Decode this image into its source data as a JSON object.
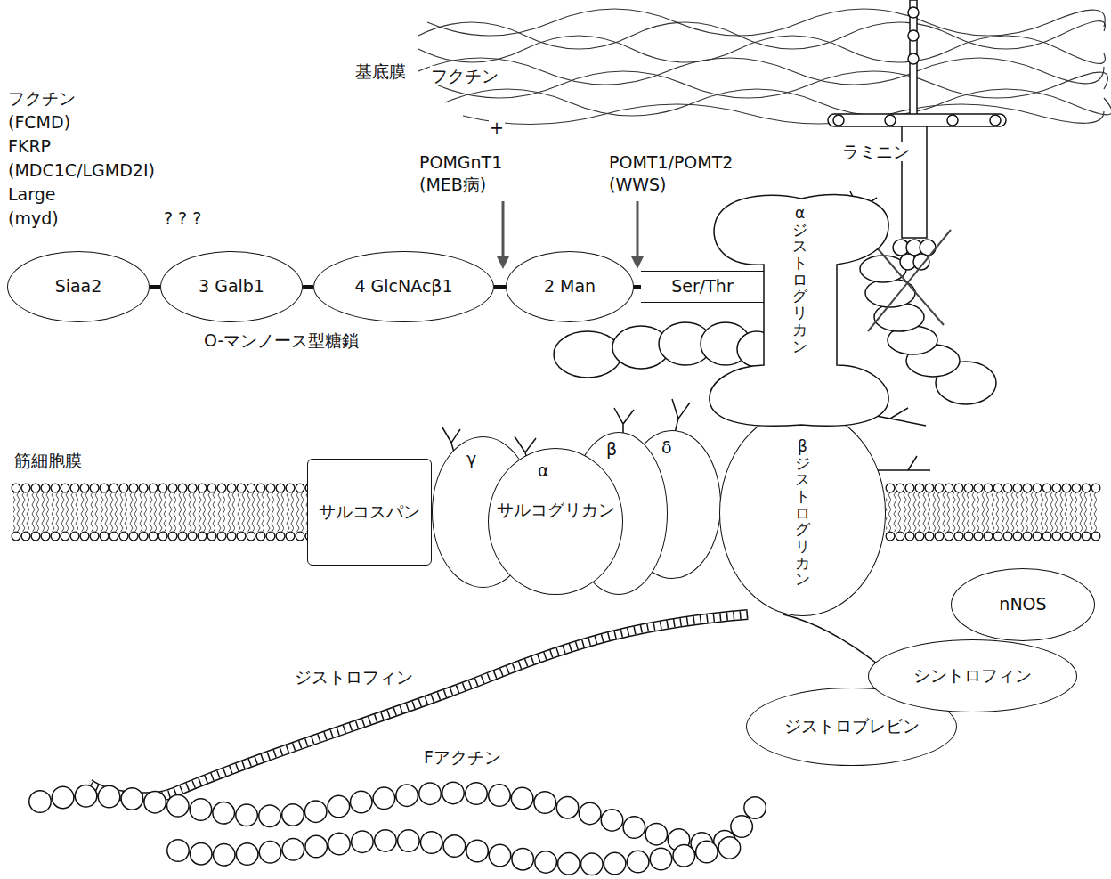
{
  "diagram": {
    "nodes": [
      {
        "text": [
          "Siaa2"
        ]
      },
      {
        "text": [
          "3 Galb1"
        ]
      },
      {
        "text": [
          "4 GlcNAcβ1"
        ]
      },
      {
        "text": [
          "2 Man"
        ]
      },
      {
        "text": [
          "Ser/Thr"
        ]
      },
      {
        "text": [
          "αジストログリカン"
        ]
      },
      {
        "text": [
          "サルコスパン"
        ]
      },
      {
        "text": [
          "γ"
        ]
      },
      {
        "text": [
          "α",
          "サルコグリカン"
        ]
      },
      {
        "text": [
          "β"
        ]
      },
      {
        "text": [
          "δ"
        ]
      },
      {
        "text": [
          "βジストログリカン"
        ]
      },
      {
        "text": [
          "nNOS"
        ]
      },
      {
        "text": [
          "シントロフィン"
        ]
      },
      {
        "text": [
          "ジストロブレビン"
        ]
      }
    ],
    "edges": [
      {
        "from": 0,
        "to": 1,
        "arrow": "none"
      },
      {
        "from": 1,
        "to": 2,
        "arrow": "none"
      },
      {
        "from": 2,
        "to": 3,
        "arrow": "none"
      },
      {
        "from": 3,
        "to": 4,
        "arrow": "none"
      }
    ],
    "labels": [
      "基底膜",
      "フクチン",
      "+",
      "POMGnT1",
      "(MEB病)",
      "POMT1/POMT2",
      "(WWS)",
      "ラミニン",
      "フクチン",
      "(FCMD)",
      "FKRP",
      "(MDC1C/LGMD2I)",
      "Large",
      "(myd)",
      "? ? ?",
      "O-マンノース型糖鎖",
      "筋細胞膜",
      "ジストロフィン",
      "Fアクチン"
    ]
  }
}
